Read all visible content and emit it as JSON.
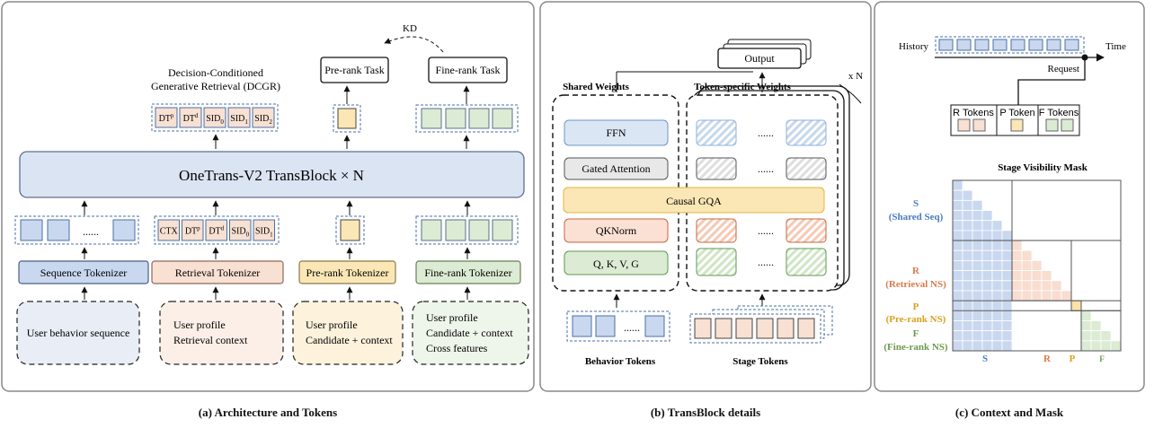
{
  "panel_a": {
    "caption": "(a) Architecture and Tokens",
    "dcgr_line1": "Decision-Conditioned",
    "dcgr_line2": "Generative Retrieval (DCGR)",
    "dcgr_tokens": [
      "DT",
      "DT",
      "SID",
      "SID",
      "SID"
    ],
    "dcgr_sup": [
      "p",
      "d",
      "",
      "",
      ""
    ],
    "dcgr_sub": [
      "",
      "",
      "0",
      "1",
      "2"
    ],
    "prerank_task": "Pre-rank Task",
    "finerank_task": "Fine-rank Task",
    "kd": "KD",
    "transblock": "OneTrans-V2 TransBlock × N",
    "seq_dots": "......",
    "ret_tokens": [
      "CTX",
      "DT",
      "DT",
      "SID",
      "SID"
    ],
    "ret_sup": [
      "",
      "p",
      "d",
      "",
      ""
    ],
    "ret_sub": [
      "",
      "",
      "",
      "0",
      "1"
    ],
    "tokenizers": [
      "Sequence Tokenizer",
      "Retrieval Tokenizer",
      "Pre-rank Tokenizer",
      "Fine-rank Tokenizer"
    ],
    "inputs": [
      [
        "User behavior sequence"
      ],
      [
        "User profile",
        "Retrieval context"
      ],
      [
        "User profile",
        "Candidate + context"
      ],
      [
        "User profile",
        "Candidate + context",
        "Cross features"
      ]
    ]
  },
  "panel_b": {
    "caption": "(b) TransBlock details",
    "output": "Output",
    "xn": "x N",
    "shared_title": "Shared Weights",
    "token_title": "Token-specific Weights",
    "layers": [
      "FFN",
      "Gated Attention",
      "Causal GQA",
      "QKNorm",
      "Q, K, V, G"
    ],
    "dots": "......",
    "behavior_tokens": "Behavior Tokens",
    "stage_tokens": "Stage Tokens"
  },
  "panel_c": {
    "caption": "(c) Context and Mask",
    "history": "History",
    "time": "Time",
    "request": "Request",
    "groups": [
      "R Tokens",
      "P Token",
      "F Tokens"
    ],
    "mask_title": "Stage Visibility Mask",
    "row_labels": [
      [
        "S",
        "(Shared Seq)"
      ],
      [
        "R",
        "(Retrieval NS)"
      ],
      [
        "P",
        "(Pre-rank NS)"
      ],
      [
        "F",
        "(Fine-rank NS)"
      ]
    ],
    "col_labels": [
      "S",
      "R",
      "P",
      "F"
    ]
  },
  "colors": {
    "blue_fill": "#c9d8ef",
    "blue_stroke": "#4a6fa5",
    "peach_fill": "#f8e0d2",
    "peach_stroke": "#c8643b",
    "yellow_fill": "#fbe7b5",
    "yellow_stroke": "#d4a82a",
    "green_fill": "#dcebd3",
    "green_stroke": "#5b9a4e",
    "block_fill": "#dbe4f3"
  }
}
